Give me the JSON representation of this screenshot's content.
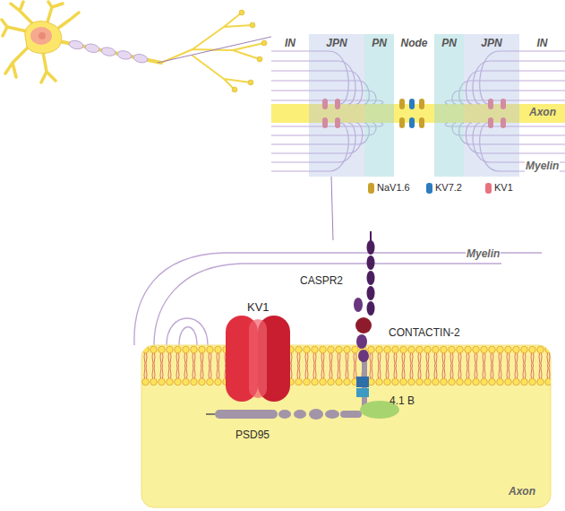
{
  "diagram": {
    "nodes": [
      {
        "text": [
          "IN"
        ]
      },
      {
        "text": [
          "JPN"
        ]
      },
      {
        "text": [
          "PN"
        ]
      },
      {
        "text": [
          "Node"
        ]
      },
      {
        "text": [
          "PN"
        ]
      },
      {
        "text": [
          "JPN"
        ]
      },
      {
        "text": [
          "IN"
        ]
      }
    ],
    "labels": [
      "Axon",
      "Myelin",
      "Myelin",
      "KV1",
      "CASPR2",
      "CONTACTIN-2",
      "PSD95",
      "4.1 B",
      "Axon"
    ],
    "legend": [
      {
        "text": "NaV1.6",
        "color": "#c9a02c"
      },
      {
        "text": "KV7.2",
        "color": "#2c7cc0"
      },
      {
        "text": "KV1",
        "color": "#e8727f"
      }
    ]
  }
}
